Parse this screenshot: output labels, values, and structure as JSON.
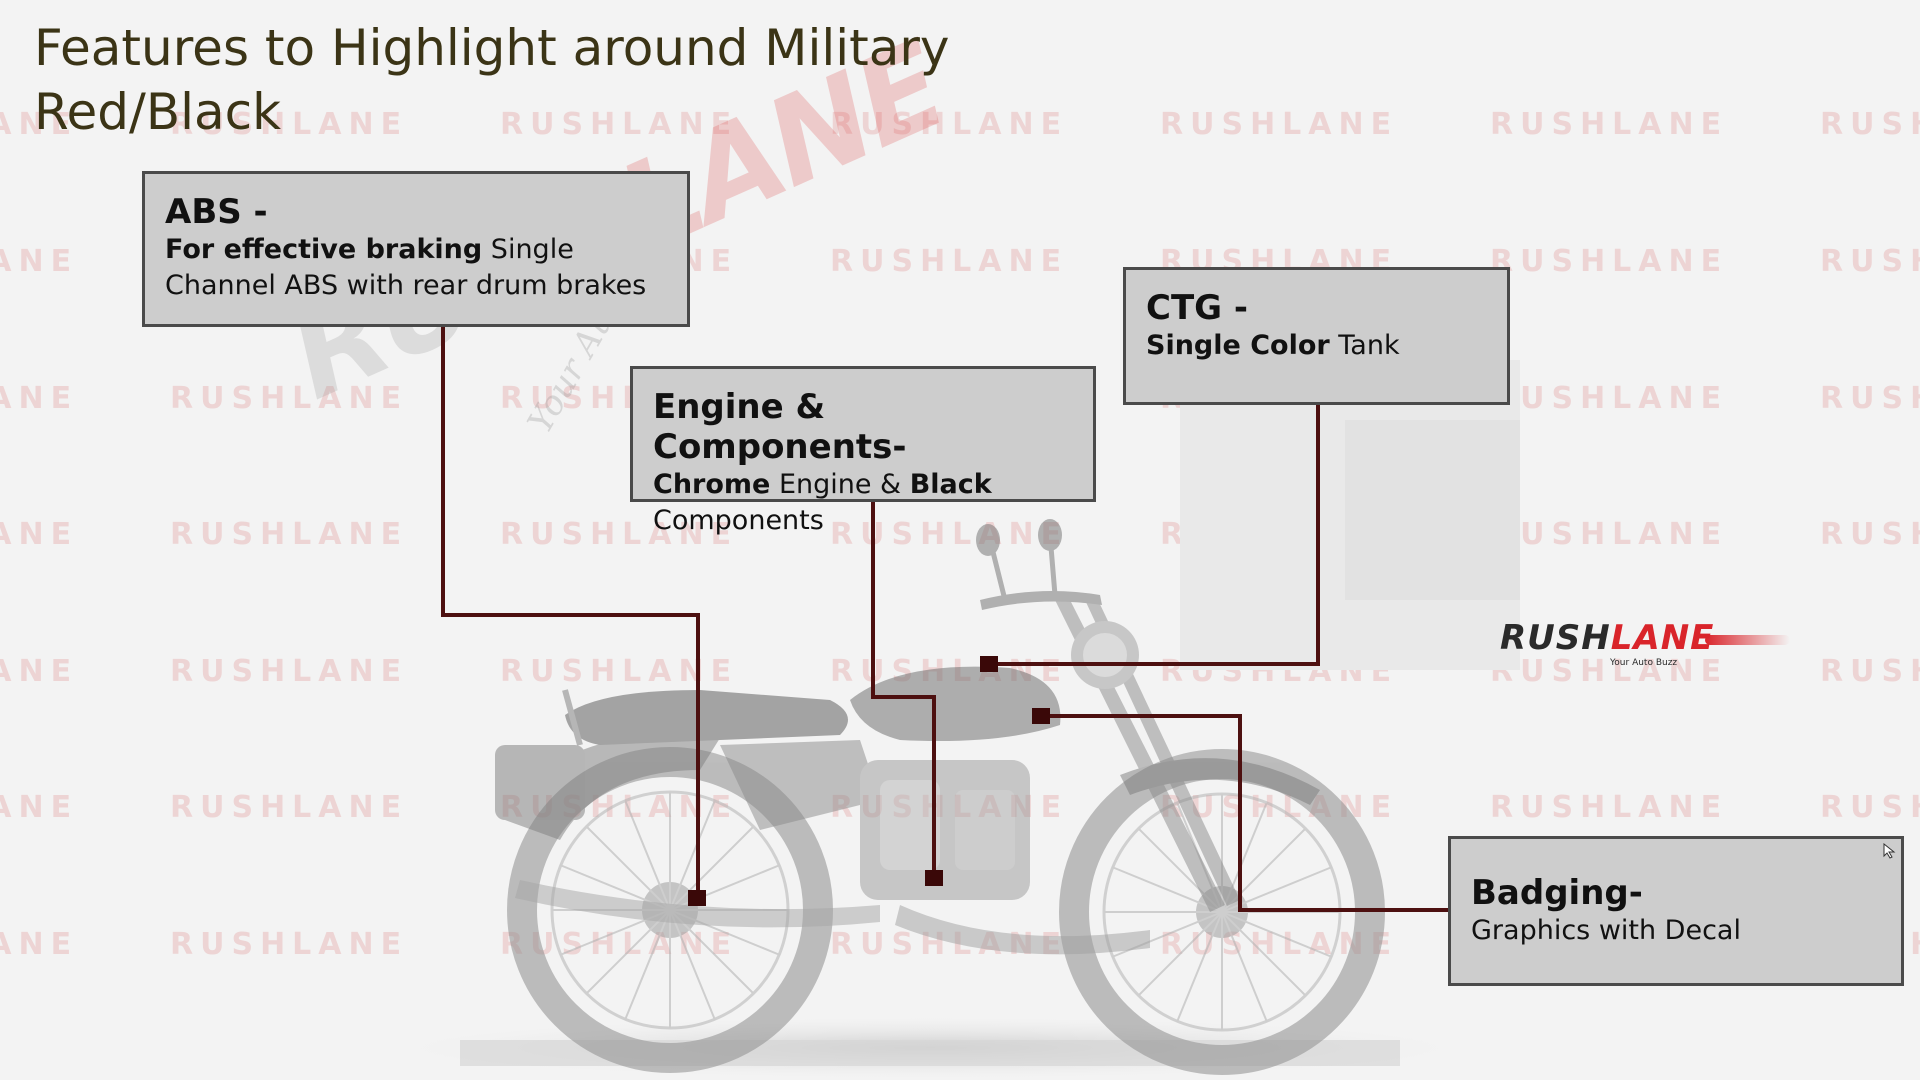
{
  "slide": {
    "title": "Features to Highlight around Military Red/Black",
    "watermark_text": "RUSHLANE"
  },
  "callouts": {
    "abs": {
      "heading": "ABS -",
      "body_bold": "For effective braking",
      "body_rest": " Single Channel ABS with rear drum brakes"
    },
    "engine": {
      "heading": "Engine & Components-",
      "body_bold_1": "Chrome",
      "body_mid": " Engine & ",
      "body_bold_2": "Black",
      "body_rest": " Components"
    },
    "ctg": {
      "heading": "CTG -",
      "body_bold": "Single Color",
      "body_rest": " Tank"
    },
    "badging": {
      "heading": "Badging-",
      "body": "Graphics with Decal"
    }
  },
  "brand": {
    "logo_main": "RUSH",
    "logo_accent": "LANE",
    "tagline": "Your Auto Buzz"
  },
  "colors": {
    "connector": "#4d1010",
    "box_fill": "#cdcdcd",
    "box_border": "#4a4a4a",
    "title": "#3b3416",
    "watermark": "#e08484",
    "brand_accent": "#d9242a"
  }
}
